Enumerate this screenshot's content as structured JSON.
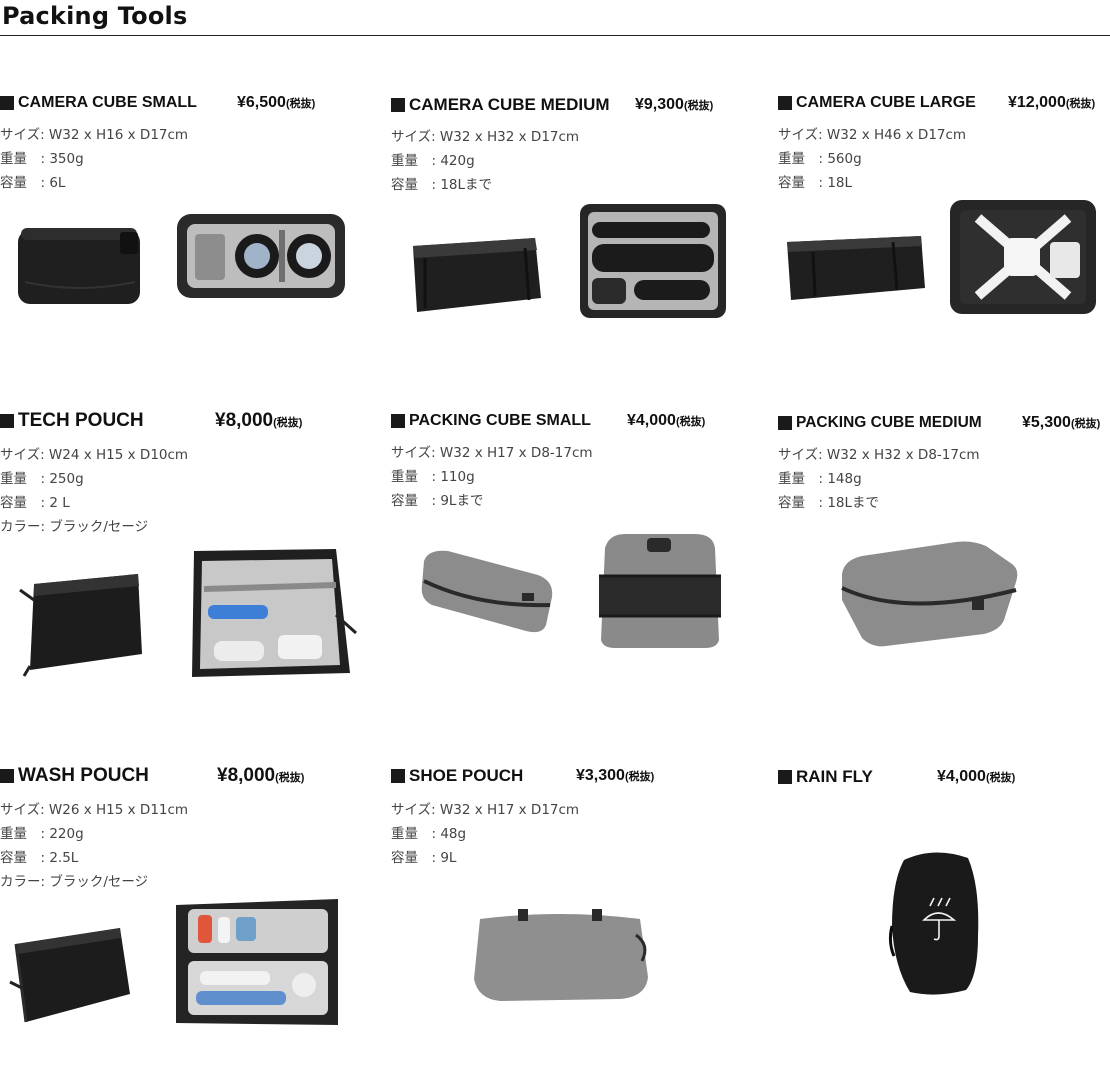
{
  "page": {
    "title": "Packing Tools"
  },
  "products": [
    {
      "name": "CAMERA CUBE SMALL",
      "price": "¥6,500",
      "tax": "(税抜)",
      "specs": [
        "サイズ:  W32 x H16 x D17cm",
        "重量　: 350g",
        "容量　: 6L"
      ]
    },
    {
      "name": "CAMERA CUBE MEDIUM",
      "price": "¥9,300",
      "tax": "(税抜)",
      "specs": [
        "サイズ:  W32 x H32 x D17cm",
        "重量　: 420g",
        "容量　: 18Lまで"
      ]
    },
    {
      "name": "CAMERA CUBE LARGE",
      "price": "¥12,000",
      "tax": "(税抜)",
      "specs": [
        "サイズ:  W32 x H46 x D17cm",
        "重量　: 560g",
        "容量　: 18L"
      ]
    },
    {
      "name": "TECH POUCH",
      "price": "¥8,000",
      "tax": "(税抜)",
      "specs": [
        "サイズ:  W24 x H15 x D10cm",
        "重量　: 250g",
        "容量　: 2 L",
        "カラー: ブラック/セージ"
      ]
    },
    {
      "name": "PACKING CUBE SMALL",
      "price": "¥4,000",
      "tax": "(税抜)",
      "specs": [
        "サイズ:  W32 x H17 x D8-17cm",
        "重量　: 110g",
        "容量　: 9Lまで"
      ]
    },
    {
      "name": "PACKING CUBE MEDIUM",
      "price": "¥5,300",
      "tax": "(税抜)",
      "specs": [
        "サイズ:  W32 x H32 x D8-17cm",
        "重量　: 148g",
        "容量　: 18Lまで"
      ]
    },
    {
      "name": "WASH POUCH",
      "price": "¥8,000",
      "tax": "(税抜)",
      "specs": [
        "サイズ:  W26 x H15 x D11cm",
        "重量　: 220g",
        "容量　: 2.5L",
        "カラー: ブラック/セージ"
      ]
    },
    {
      "name": "SHOE POUCH",
      "price": "¥3,300",
      "tax": "(税抜)",
      "specs": [
        "サイズ:  W32 x H17 x D17cm",
        "重量　: 48g",
        "容量　: 9L"
      ]
    },
    {
      "name": "RAIN FLY",
      "price": "¥4,000",
      "tax": "(税抜)",
      "specs": []
    }
  ],
  "colors": {
    "charcoal": "#1e1e1e",
    "grey_fabric": "#8a8a8a",
    "interior_grey": "#b9b9b9",
    "white": "#ffffff"
  },
  "icons": [
    "closed-cube-image",
    "open-cube-image",
    "pouch-image",
    "rain-fly-image",
    "umbrella-icon"
  ]
}
